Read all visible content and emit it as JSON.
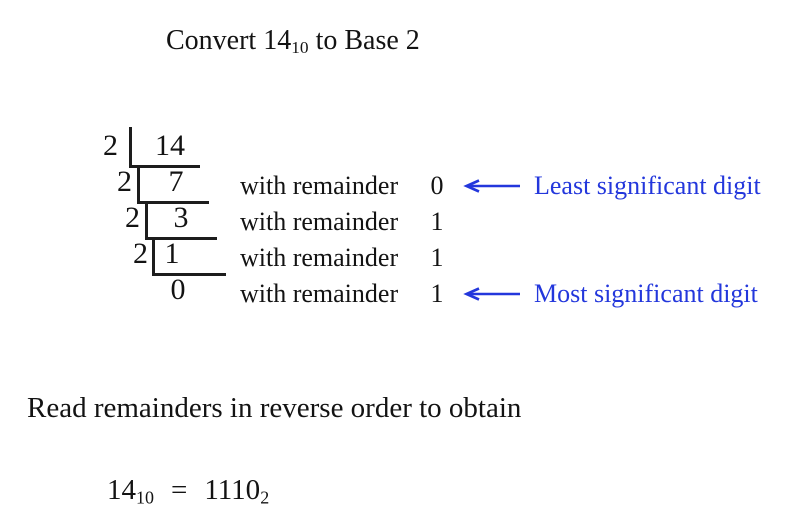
{
  "title": {
    "prefix": "Convert 14",
    "base_subscript": "10",
    "suffix": " to Base 2"
  },
  "division": {
    "rows": [
      {
        "divisor": "2",
        "dividend": "14"
      },
      {
        "divisor": "2",
        "dividend": "7",
        "remainder_label": "with remainder",
        "remainder_digit": "0"
      },
      {
        "divisor": "2",
        "dividend": "3",
        "remainder_label": "with remainder",
        "remainder_digit": "1"
      },
      {
        "divisor": "2",
        "dividend": "1",
        "remainder_label": "with remainder",
        "remainder_digit": "1"
      },
      {
        "dividend": "0",
        "remainder_label": "with remainder",
        "remainder_digit": "1"
      }
    ]
  },
  "annotations": [
    {
      "icon": "left-arrow-icon",
      "label": "Least significant digit"
    },
    {
      "icon": "left-arrow-icon",
      "label": "Most significant digit"
    }
  ],
  "footer": {
    "instruction": "Read remainders in reverse order to obtain",
    "equation": {
      "lhs": "14",
      "lhs_subscript": "10",
      "operator": "=",
      "rhs": "1110",
      "rhs_subscript": "2"
    }
  },
  "colors": {
    "accent_blue": "#2337dc",
    "ink": "#131313",
    "bracket_line": "#1d1d1d",
    "background": "#ffffff"
  }
}
